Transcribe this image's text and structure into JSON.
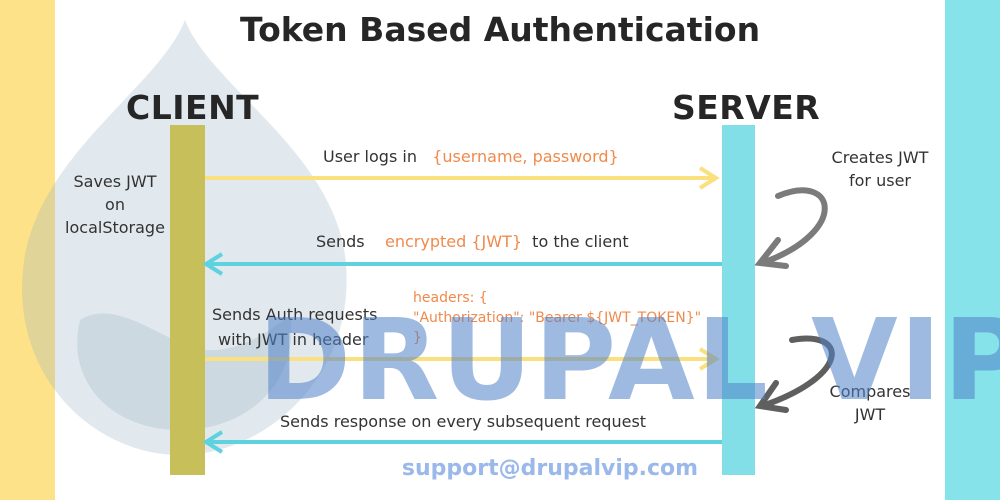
{
  "title": "Token Based Authentication",
  "client_label": "CLIENT",
  "server_label": "SERVER",
  "steps": [
    {
      "text": "User logs in",
      "highlight": "{username, password}"
    },
    {
      "text": "Sends",
      "highlight": "encrypted {JWT}",
      "suffix": "to the client"
    },
    {
      "text_lines": [
        "Sends Auth requests",
        "with JWT in header"
      ],
      "code_lines": [
        "headers: {",
        "\"Authorization\": \"Bearer ${JWT_TOKEN}\"",
        "}"
      ]
    },
    {
      "text": "Sends response on every subsequent request"
    }
  ],
  "client_note": [
    "Saves JWT",
    "on",
    "localStorage"
  ],
  "server_notes": {
    "create": [
      "Creates JWT",
      "for user"
    ],
    "compare": [
      "Compares",
      "JWT"
    ]
  },
  "watermark": {
    "brand": "DRUPAL VIP",
    "support": "support@drupalvip.com"
  },
  "colors": {
    "client_bar": "#c7bf5a",
    "server_bar": "#82dfe7",
    "arrow_yellow": "#fbe07f",
    "arrow_cyan": "#5ed2de",
    "highlight": "#f08a4b"
  }
}
